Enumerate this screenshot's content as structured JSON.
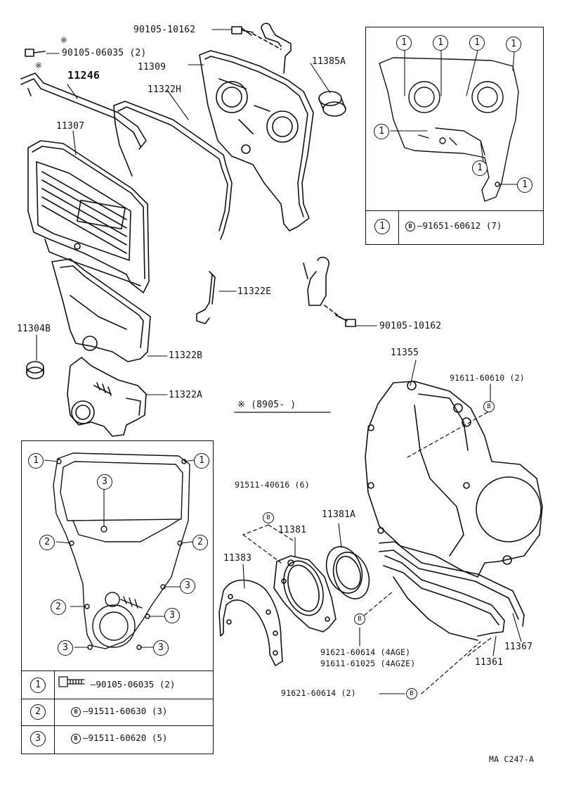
{
  "parts": {
    "bolt_top": "90105-10162",
    "bolt_left": "90105-06035 (2)",
    "asterisk": "※",
    "p11246": "11246",
    "p11309": "11309",
    "p11385a": "11385A",
    "p11322h": "11322H",
    "p11307": "11307",
    "p11322e": "11322E",
    "bolt_mid": "90105-10162",
    "p11304b": "11304B",
    "p11322b": "11322B",
    "p11322a": "11322A",
    "serial_note": "※ (8905-      )",
    "p11355": "11355",
    "b_91611_60610": "91611-60610 (2)",
    "b_91511_40616": "91511-40616 (6)",
    "p11381": "11381",
    "p11381a": "11381A",
    "p11383": "11383",
    "b_91621_60614_4age": "91621-60614 (4AGE)",
    "b_91611_61025": "91611-61025 (4AGZE)",
    "p11367": "11367",
    "p11361": "11361",
    "b_91621_60614_2": "91621-60614 (2)",
    "catalog_code": "MA C247-A"
  },
  "legend_top": {
    "num": "1",
    "b": "B",
    "part": "91651-60612 (7)"
  },
  "legend_bottom": [
    {
      "num": "1",
      "part": "90105-06035 (2)"
    },
    {
      "num": "2",
      "b": "B",
      "part": "91511-60630 (3)"
    },
    {
      "num": "3",
      "b": "B",
      "part": "91511-60620 (5)"
    }
  ],
  "markers": {
    "one": "1",
    "two": "2",
    "three": "3",
    "b": "B"
  }
}
